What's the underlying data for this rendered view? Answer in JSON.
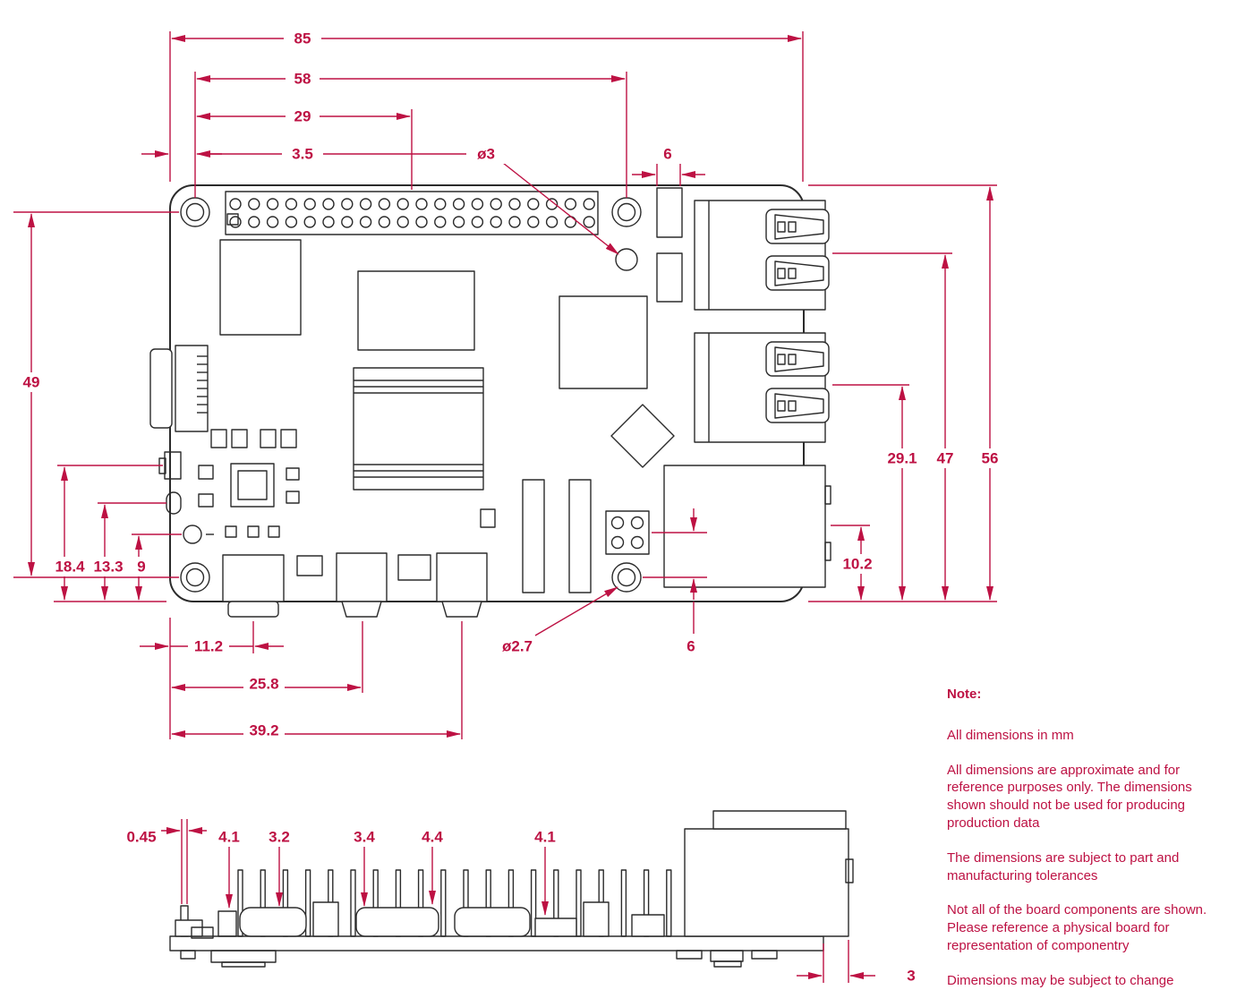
{
  "colors": {
    "accent": "#bd1143",
    "line": "#2b2b2b",
    "background": "#ffffff"
  },
  "top_view": {
    "d85": "85",
    "d58": "58",
    "d29": "29",
    "d3_5": "3.5",
    "dia3": "ø3",
    "d6_top": "6",
    "d49": "49",
    "d29_1": "29.1",
    "d47": "47",
    "d56": "56",
    "d18_4": "18.4",
    "d13_3": "13.3",
    "d9": "9",
    "d10_2": "10.2",
    "d11_2": "11.2",
    "d25_8": "25.8",
    "d39_2": "39.2",
    "dia2_7": "ø2.7",
    "d6_bottom": "6"
  },
  "side_view": {
    "d0_45": "0.45",
    "d4_1a": "4.1",
    "d3_2": "3.2",
    "d3_4": "3.4",
    "d4_4": "4.4",
    "d4_1b": "4.1",
    "d3": "3"
  },
  "notes": {
    "title": "Note:",
    "items": [
      "All dimensions in mm",
      "All dimensions are approximate and for reference purposes only. The dimensions shown should not be used for producing production data",
      "The dimensions are subject to part and manufacturing tolerances",
      "Not all of the board components are shown. Please reference a physical board for representation of componentry",
      "Dimensions may be subject to change"
    ]
  }
}
